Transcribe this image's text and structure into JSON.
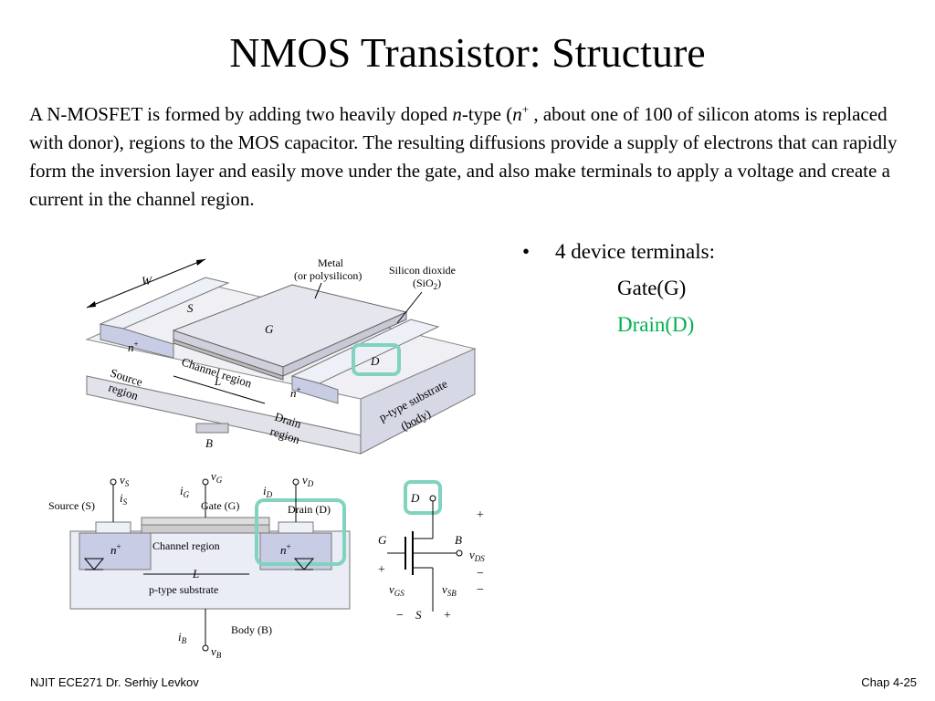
{
  "slide": {
    "title": "NMOS Transistor: Structure",
    "para_1": "A N-MOSFET is formed by adding two heavily doped ",
    "para_n_italic": "n",
    "para_2": "-type (",
    "para_n2_italic": "n",
    "para_plus_sup": "+",
    "para_3": " , about one of 100 of silicon atoms  is replaced with donor),  regions to the MOS capacitor. The resulting diffusions provide a supply of electrons that can rapidly form the inversion layer and easily move under the gate, and also make terminals to apply a voltage and create a current in the channel region.",
    "bullet": "4 device terminals:",
    "terminals": [
      "Gate(G)",
      "Drain(D)"
    ],
    "drain_color": "#00b050",
    "highlight_color": "#7fd3bf"
  },
  "diagram_3d": {
    "labels": {
      "w": "W",
      "metal_1": "Metal",
      "metal_2": "(or polysilicon)",
      "oxide_1": "Silicon dioxide",
      "oxide_2": "(SiO",
      "oxide_sub": "2",
      "oxide_close": ")",
      "s": "S",
      "g": "G",
      "d": "D",
      "n_plus_src": "n",
      "n_plus_drn": "n",
      "plus": "+",
      "source_1": "Source",
      "source_2": "region",
      "channel": "Channel region",
      "l": "L",
      "drain_1": "Drain",
      "drain_2": "region",
      "substrate_1": "p-type substrate",
      "substrate_2": "(body)",
      "b": "B"
    }
  },
  "diagram_cross": {
    "labels": {
      "vs": "v",
      "vs_sub": "S",
      "is": "i",
      "is_sub": "S",
      "source": "Source (S)",
      "ig": "i",
      "ig_sub": "G",
      "vg": "v",
      "vg_sub": "G",
      "gate": "Gate (G)",
      "id": "i",
      "id_sub": "D",
      "vd": "v",
      "vd_sub": "D",
      "drain": "Drain (D)",
      "n_plus_l": "n",
      "n_plus_r": "n",
      "plus": "+",
      "channel": "Channel region",
      "l": "L",
      "substrate": "p-type substrate",
      "body": "Body (B)",
      "ib": "i",
      "ib_sub": "B",
      "vb": "v",
      "vb_sub": "B"
    }
  },
  "diagram_symbol": {
    "labels": {
      "d": "D",
      "g": "G",
      "b": "B",
      "s": "S",
      "plus_top": "+",
      "plus_g": "+",
      "minus_right": "−",
      "vgs": "v",
      "vgs_sub": "GS",
      "vds": "v",
      "vds_sub": "DS",
      "vsb": "v",
      "vsb_sub": "SB",
      "minus_bl": "−",
      "plus_br": "+",
      "minus_r2": "−"
    }
  },
  "footer": {
    "left": "NJIT  ECE271 Dr. Serhiy Levkov",
    "right": "Chap 4-25"
  }
}
